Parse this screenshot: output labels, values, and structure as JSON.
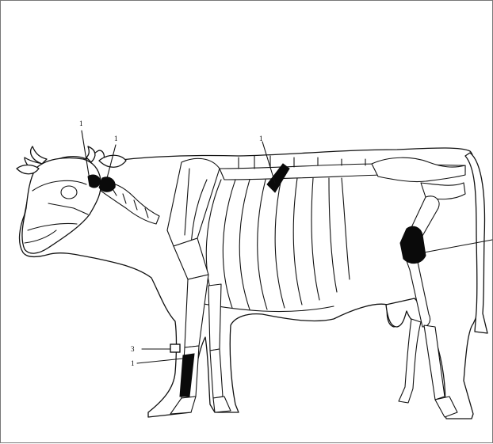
{
  "callouts": {
    "head_upper": "1",
    "neck": "1",
    "withers": "1",
    "hip": "",
    "foreleg_band": "3",
    "foreleg_cannon": "1"
  }
}
